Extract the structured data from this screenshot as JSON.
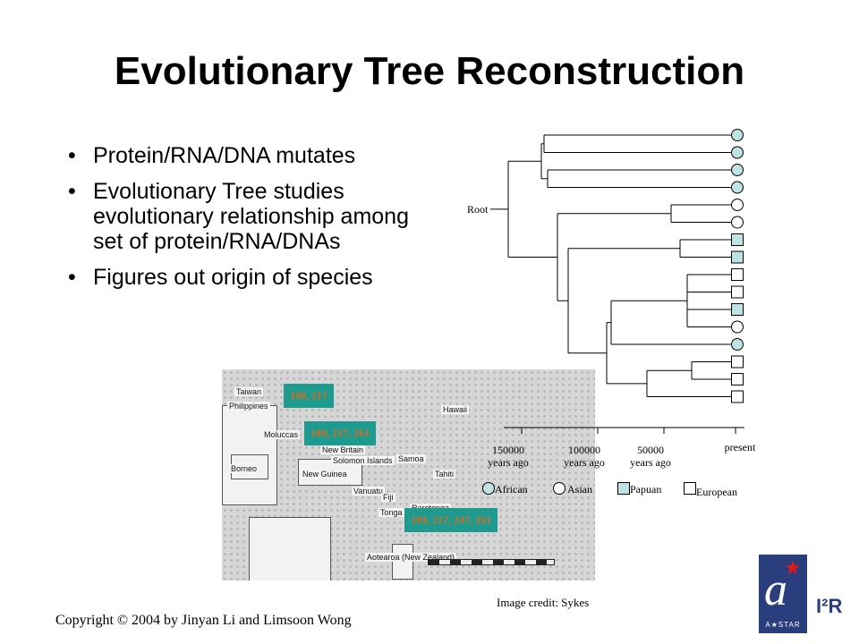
{
  "slide": {
    "title": "Evolutionary Tree Reconstruction",
    "bullets": [
      "Protein/RNA/DNA mutates",
      "Evolutionary Tree studies evolutionary relationship among set of protein/RNA/DNAs",
      "Figures out origin of species"
    ],
    "bullet_glyph": "•"
  },
  "tree": {
    "root_label": "Root",
    "leaves": [
      "African",
      "African",
      "African",
      "African",
      "Asian",
      "Asian",
      "Papuan",
      "Papuan",
      "European",
      "European",
      "Papuan",
      "Asian",
      "African",
      "European",
      "European",
      "European"
    ],
    "time_axis": [
      {
        "line1": "150000",
        "line2": "years ago"
      },
      {
        "line1": "100000",
        "line2": "years ago"
      },
      {
        "line1": "50000",
        "line2": "years ago"
      },
      {
        "line1": "present",
        "line2": ""
      }
    ],
    "legend": [
      {
        "label": "African",
        "shape": "circle",
        "fill": "#bfe3e3"
      },
      {
        "label": "Asian",
        "shape": "circle",
        "fill": "#ffffff"
      },
      {
        "label": "Papuan",
        "shape": "square",
        "fill": "#bfe3e3"
      },
      {
        "label": "European",
        "shape": "square",
        "fill": "#ffffff"
      }
    ]
  },
  "map": {
    "places": [
      "Hawaii",
      "Taiwan",
      "Philippines",
      "Moluccas",
      "New Britain",
      "Solomon Islands",
      "Samoa",
      "Borneo",
      "New Guinea",
      "Tahiti",
      "Vanuatu",
      "Fiji",
      "Tonga",
      "Rarotonga",
      "Aotearoa (New Zealand)"
    ],
    "callouts": [
      "189, 217",
      "189, 217, 261",
      "189, 217, 247, 261"
    ]
  },
  "image_credit": "Image credit: Sykes",
  "copyright": "Copyright © 2004 by Jinyan Li and Limsoon Wong",
  "logo": {
    "astar": "A★STAR",
    "star": "★",
    "a_glyph": "a",
    "i2r": "I²R"
  },
  "colors": {
    "leaf_fill": "#bfe3e3",
    "callout_bg": "#1f9a8f",
    "callout_text": "#d86a1e",
    "logo_blue": "#2a3e7e"
  }
}
